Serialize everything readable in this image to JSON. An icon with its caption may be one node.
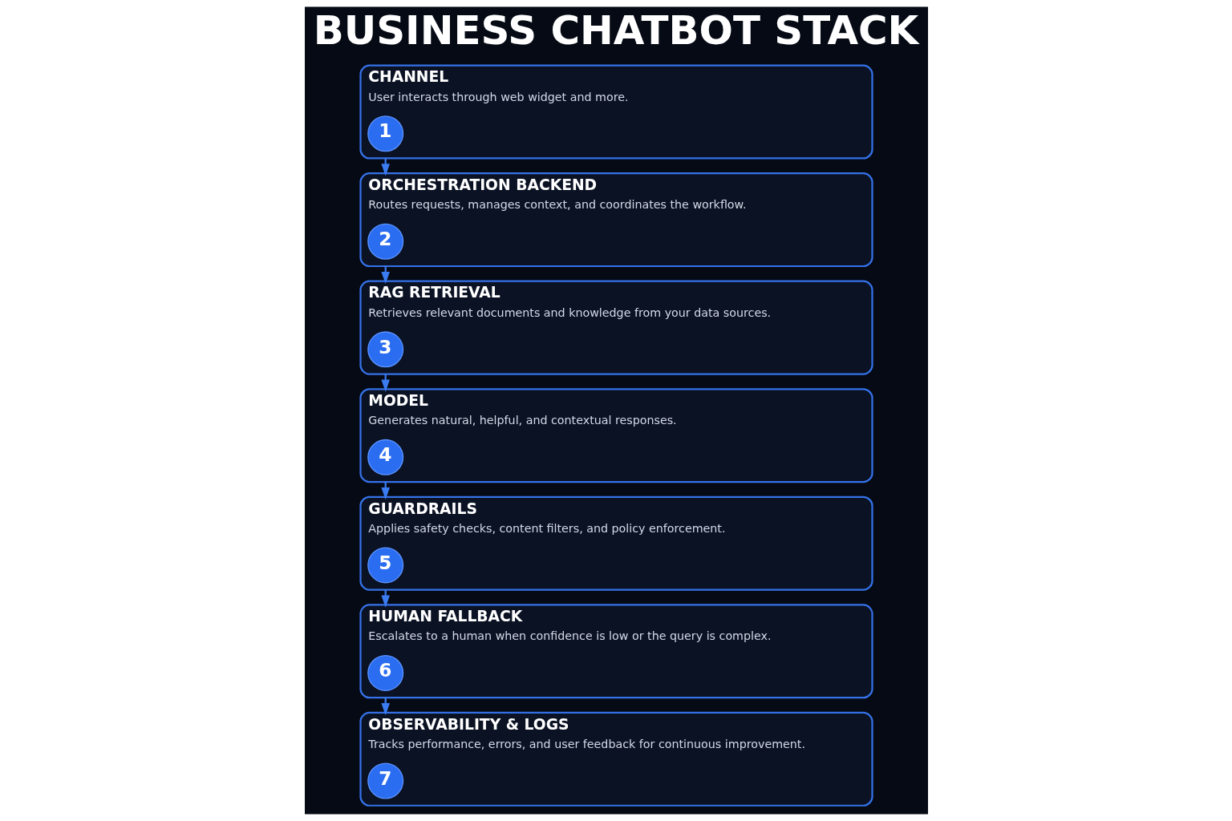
{
  "diagram": {
    "title": "BUSINESS CHATBOT STACK",
    "nodes": [
      {
        "text": [
          "CHANNEL",
          "User interacts through web widget and more."
        ]
      },
      {
        "text": [
          "1"
        ],
        "in": 0
      },
      {
        "text": [
          "ORCHESTRATION BACKEND",
          "Routes requests, manages context, and coordinates the workflow."
        ]
      },
      {
        "text": [
          "2"
        ],
        "in": 2
      },
      {
        "text": [
          "RAG RETRIEVAL",
          "Retrieves relevant documents and knowledge from your data sources."
        ]
      },
      {
        "text": [
          "3"
        ],
        "in": 4
      },
      {
        "text": [
          "MODEL",
          "Generates natural, helpful, and contextual responses."
        ]
      },
      {
        "text": [
          "4"
        ],
        "in": 6
      },
      {
        "text": [
          "GUARDRAILS",
          "Applies safety checks, content filters, and policy enforcement."
        ]
      },
      {
        "text": [
          "5"
        ],
        "in": 8
      },
      {
        "text": [
          "HUMAN FALLBACK",
          "Escalates to a human when confidence is low or the query is complex."
        ]
      },
      {
        "text": [
          "6"
        ],
        "in": 10
      },
      {
        "text": [
          "OBSERVABILITY & LOGS",
          "Tracks performance, errors, and user feedback for continuous improvement."
        ]
      },
      {
        "text": [
          "7"
        ],
        "in": 12
      }
    ],
    "edges": [
      {
        "from": 0,
        "to": 2,
        "arrow": "to"
      },
      {
        "from": 2,
        "to": 4,
        "arrow": "to"
      },
      {
        "from": 4,
        "to": 6,
        "arrow": "to"
      },
      {
        "from": 6,
        "to": 8,
        "arrow": "to"
      },
      {
        "from": 8,
        "to": 10,
        "arrow": "to"
      },
      {
        "from": 10,
        "to": 12,
        "arrow": "to"
      }
    ]
  }
}
